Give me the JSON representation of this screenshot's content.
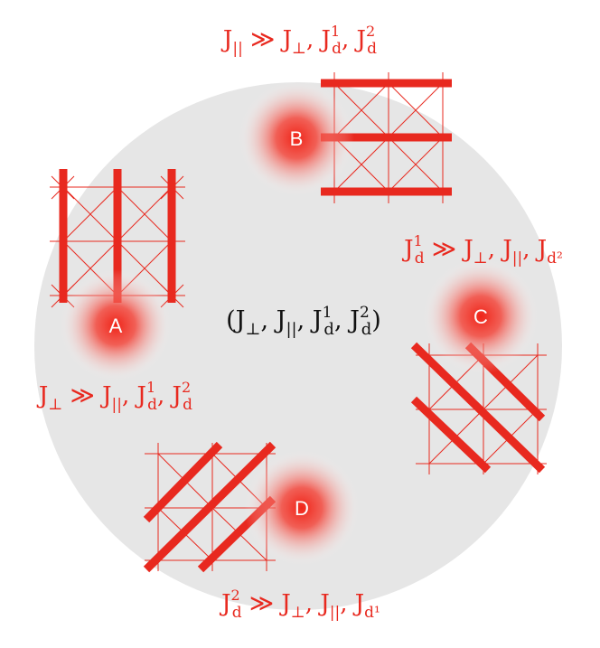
{
  "center_label": {
    "base": "(J",
    "sub1": "⊥",
    "mid1": ", J",
    "sub2": "||",
    "mid2": ", J",
    "sup3": "1",
    "sub3": "d",
    "mid3": ", J",
    "sup4": "2",
    "sub4": "d",
    "end": ")"
  },
  "phases": [
    {
      "id": "A",
      "node": "A",
      "condition": {
        "lead": "J",
        "lead_sub": "⊥",
        "rel": " ≫ J",
        "t1_sub": "||",
        "sep1": ", J",
        "t2_sup": "1",
        "t2_sub": "d",
        "sep2": ", J",
        "t3_sup": "2",
        "t3_sub": "d"
      }
    },
    {
      "id": "B",
      "node": "B",
      "condition": {
        "lead": "J",
        "lead_sub": "||",
        "rel": " ≫ J",
        "t1_sub": "⊥",
        "sep1": ", J",
        "t2_sup": "1",
        "t2_sub": "d",
        "sep2": ", J",
        "t3_sup": "2",
        "t3_sub": "d"
      }
    },
    {
      "id": "C",
      "node": "C",
      "condition": {
        "lead": "J",
        "lead_sup": "1",
        "lead_sub": "d",
        "rel": " ≫ J",
        "t1_sub": "⊥",
        "sep1": ", J",
        "t2_sub": "||",
        "sep2": ", J",
        "t3_sub": "d²"
      }
    },
    {
      "id": "D",
      "node": "D",
      "condition": {
        "lead": "J",
        "lead_sup": "2",
        "lead_sub": "d",
        "rel": " ≫ J",
        "t1_sub": "⊥",
        "sep1": ", J",
        "t2_sub": "||",
        "sep2": ", J",
        "t3_sub": "d¹"
      }
    }
  ],
  "colors": {
    "accent": "#e8291f",
    "disk": "#e6e6e6"
  }
}
